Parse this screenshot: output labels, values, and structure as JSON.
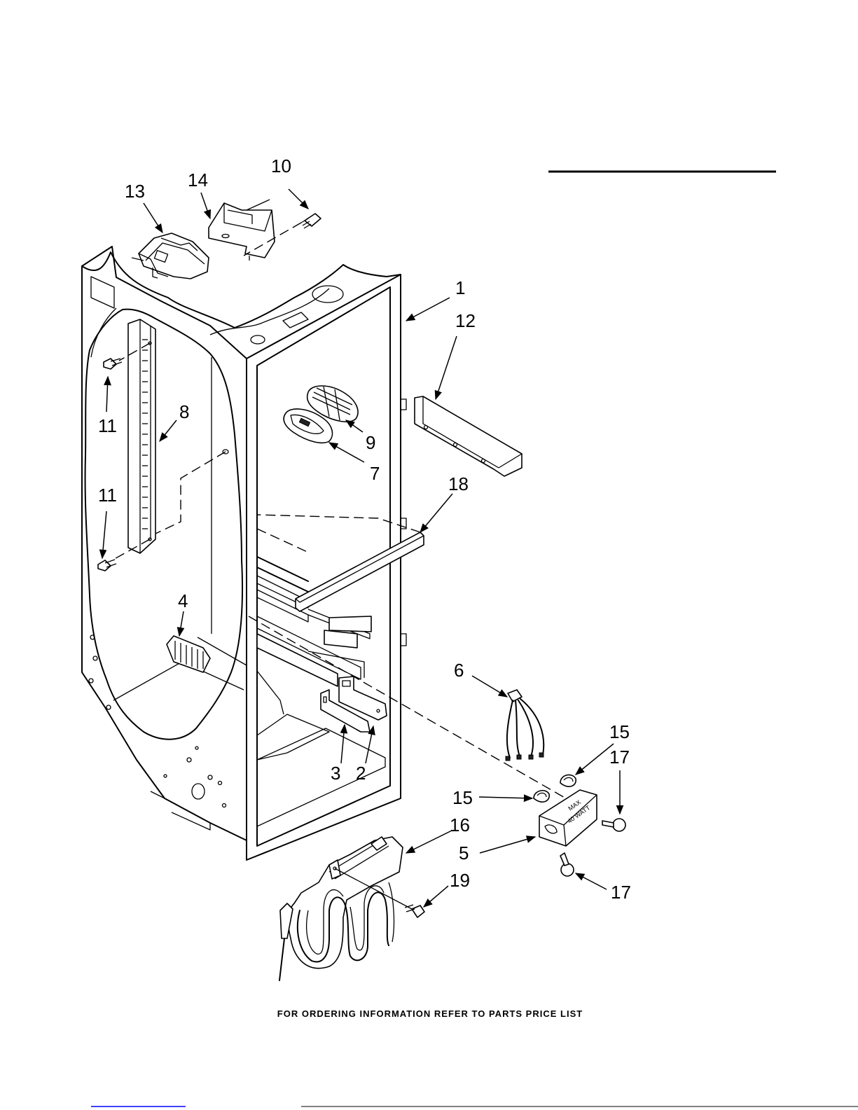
{
  "callouts": {
    "c1": "1",
    "c2": "2",
    "c3": "3",
    "c4": "4",
    "c5": "5",
    "c6": "6",
    "c7": "7",
    "c8": "8",
    "c9": "9",
    "c10": "10",
    "c11a": "11",
    "c11b": "11",
    "c12": "12",
    "c13": "13",
    "c14": "14",
    "c15a": "15",
    "c15b": "15",
    "c16": "16",
    "c17a": "17",
    "c17b": "17",
    "c18": "18",
    "c19": "19"
  },
  "part_labels": {
    "max": "MAX",
    "watt": "40 WATT"
  },
  "footer": "FOR ORDERING INFORMATION REFER TO PARTS PRICE LIST"
}
